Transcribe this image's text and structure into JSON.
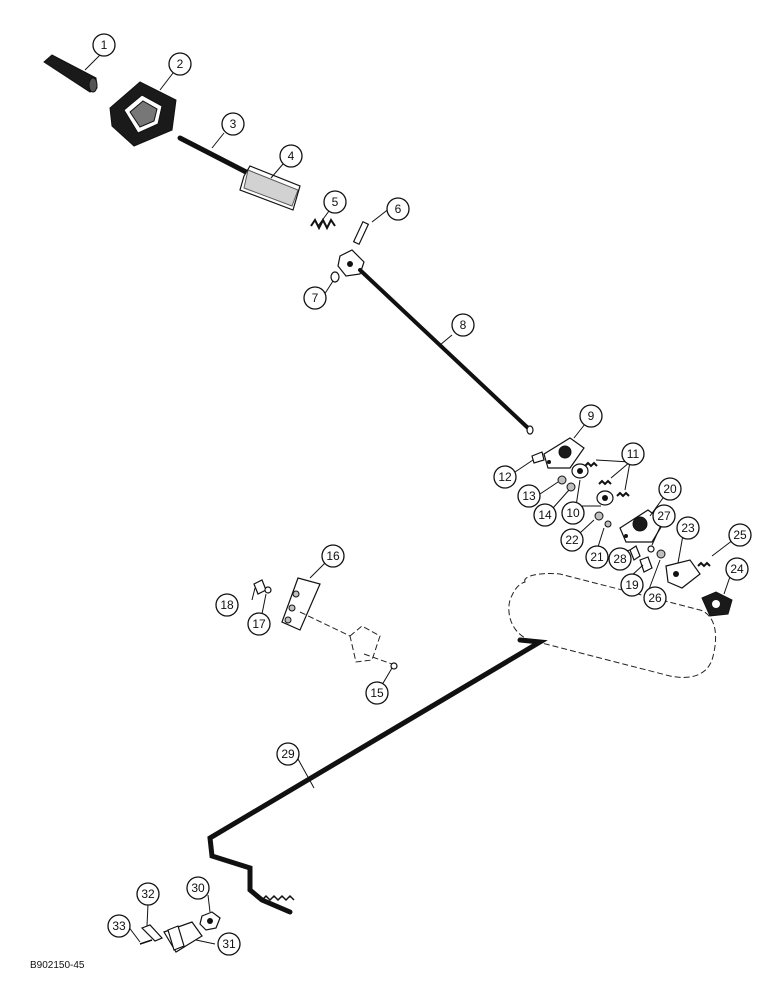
{
  "figure_code": "B902150-45",
  "callouts": {
    "c1": "1",
    "c2": "2",
    "c3": "3",
    "c4": "4",
    "c5": "5",
    "c6": "6",
    "c7": "7",
    "c8": "8",
    "c9": "9",
    "c10": "10",
    "c11": "11",
    "c12": "12",
    "c13": "13",
    "c14": "14",
    "c15": "15",
    "c16": "16",
    "c17": "17",
    "c18": "18",
    "c19": "19",
    "c20": "20",
    "c21": "21",
    "c22": "22",
    "c23": "23",
    "c24": "24",
    "c25": "25",
    "c26": "26",
    "c27": "27",
    "c28": "28",
    "c29": "29",
    "c30": "30",
    "c31": "31",
    "c32": "32",
    "c33": "33"
  }
}
